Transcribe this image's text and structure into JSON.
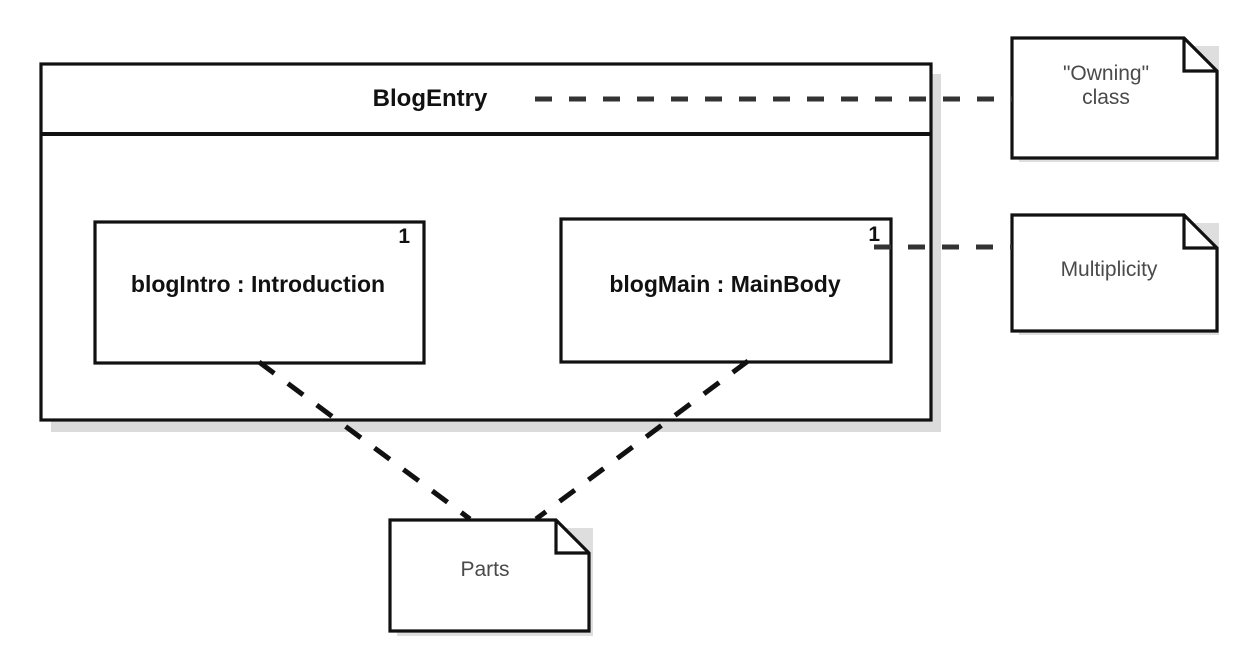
{
  "diagram": {
    "kind": "uml-composite-structure-diagram",
    "owning_class": {
      "name": "BlogEntry",
      "parts": [
        {
          "label": "blogIntro : Introduction",
          "multiplicity": "1"
        },
        {
          "label": "blogMain : MainBody",
          "multiplicity": "1"
        }
      ]
    },
    "annotations": [
      {
        "id": "owning",
        "line1": "\"Owning\"",
        "line2": "class"
      },
      {
        "id": "multiplicity",
        "line1": "Multiplicity"
      },
      {
        "id": "parts",
        "line1": "Parts"
      }
    ],
    "colors": {
      "stroke": "#111111",
      "note_text": "#4a4a4a",
      "class_text": "#111111",
      "shadow": "#b8b8b8",
      "background": "#ffffff"
    }
  }
}
